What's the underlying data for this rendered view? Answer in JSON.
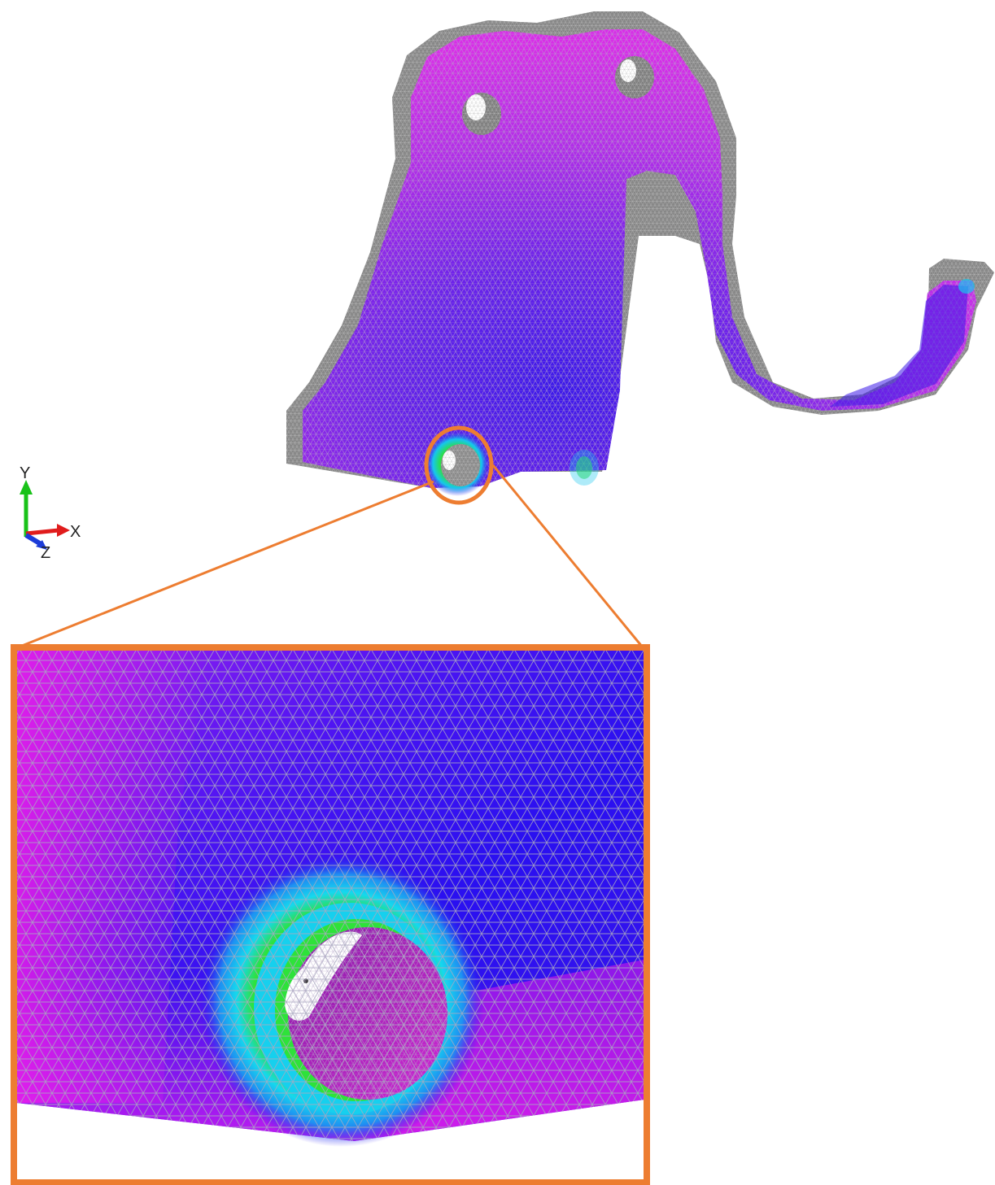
{
  "axis_triad": {
    "y_label": "Y",
    "x_label": "X",
    "z_label": "Z",
    "y_color": "#19c219",
    "x_color": "#e01c1c",
    "z_color": "#1c3cd8"
  },
  "colors": {
    "callout": "#ed7d31",
    "mesh_edge": "#9a9a9a",
    "part_side": "#8a8a8a",
    "stress_low": "#e81ee8",
    "stress_mid_low": "#2a10f0",
    "stress_mid": "#16c6ee",
    "stress_high": "#2ee23a"
  },
  "icons": {
    "axis": "xyz-triad-icon"
  }
}
